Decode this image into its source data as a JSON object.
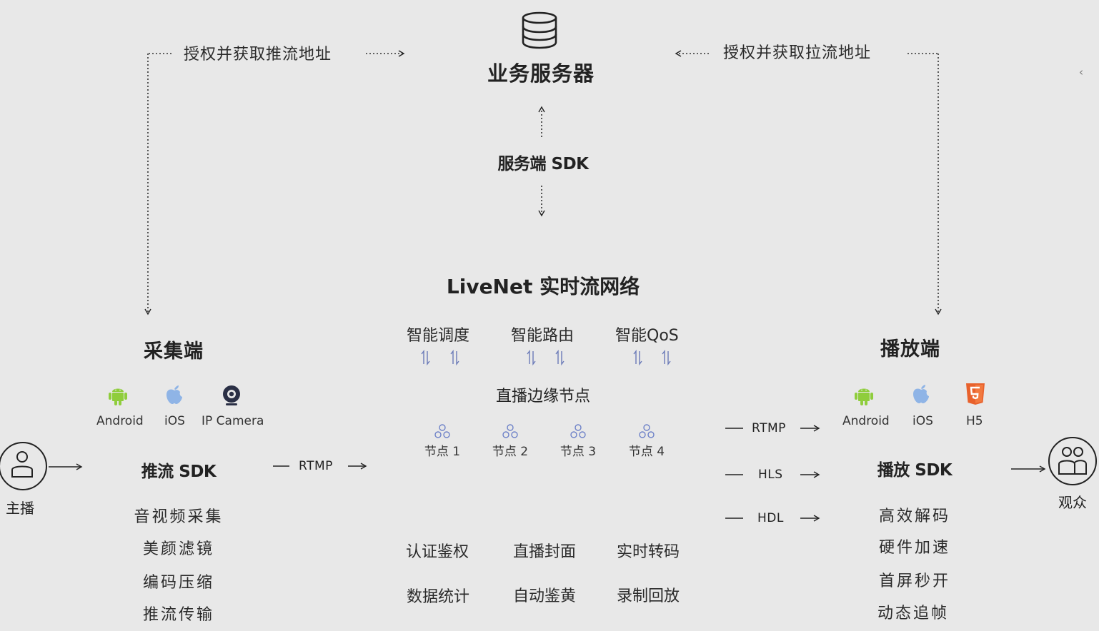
{
  "top": {
    "server_title": "业务服务器",
    "server_sdk": "服务端 SDK",
    "push_auth": "授权并获取推流地址",
    "pull_auth": "授权并获取拉流地址",
    "collapse_glyph": "‹"
  },
  "network": {
    "title": "LiveNet 实时流网络",
    "features": [
      "智能调度",
      "智能路由",
      "智能QoS"
    ],
    "edge_title": "直播边缘节点",
    "nodes": [
      "节点 1",
      "节点 2",
      "节点 3",
      "节点 4"
    ],
    "services_row1": [
      "认证鉴权",
      "直播封面",
      "实时转码"
    ],
    "services_row2": [
      "数据统计",
      "自动鉴黄",
      "录制回放"
    ]
  },
  "capture": {
    "title": "采集端",
    "platforms": [
      "Android",
      "iOS",
      "IP Camera"
    ],
    "sdk": "推流 SDK",
    "functions": [
      "音视频采集",
      "美颜滤镜",
      "编码压缩",
      "推流传输"
    ],
    "protocol": "RTMP"
  },
  "playback": {
    "title": "播放端",
    "platforms": [
      "Android",
      "iOS",
      "H5"
    ],
    "sdk": "播放 SDK",
    "functions": [
      "高效解码",
      "硬件加速",
      "首屏秒开",
      "动态追帧"
    ],
    "protocols": [
      "RTMP",
      "HLS",
      "HDL"
    ]
  },
  "actors": {
    "host": "主播",
    "audience": "观众"
  },
  "colors": {
    "android": "#8fcd3c",
    "ios": "#8fb4e6",
    "html5": "#e8612c",
    "camera": "#2a2f45",
    "node_icon": "#6e82c8"
  }
}
